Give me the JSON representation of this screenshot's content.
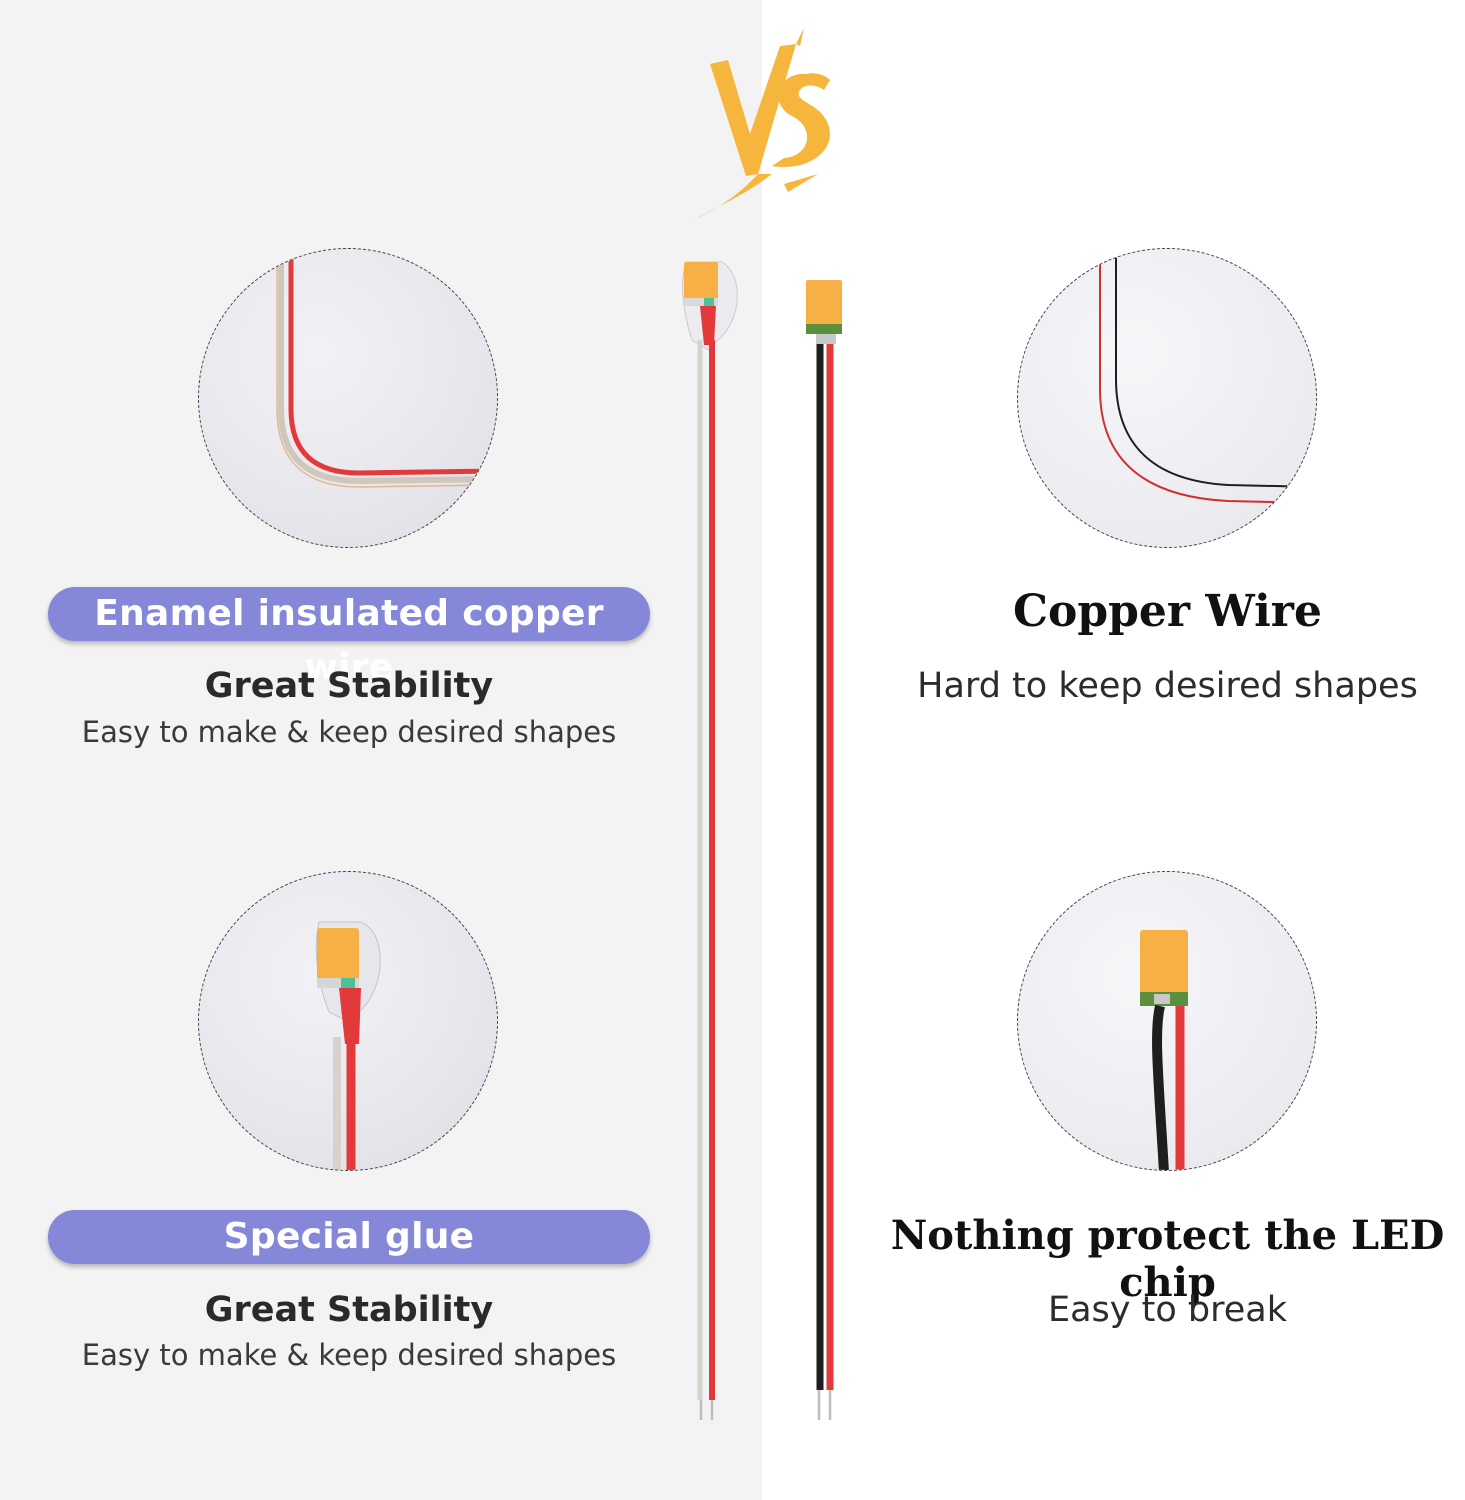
{
  "vs_badge": {
    "text": "VS",
    "color": "#f6b63e"
  },
  "left": {
    "feature1": {
      "pill_label": "Enamel insulated copper wire",
      "heading": "Great Stability",
      "description": "Easy to make & keep desired shapes"
    },
    "feature2": {
      "pill_label": "Special glue",
      "heading": "Great Stability",
      "description": "Easy to make & keep desired shapes"
    }
  },
  "right": {
    "feature1": {
      "heading": "Copper Wire",
      "description": "Hard to keep desired shapes"
    },
    "feature2": {
      "heading": "Nothing protect the LED chip",
      "description": "Easy to break"
    }
  },
  "colors": {
    "pill": "#8587d8",
    "left_bg": "#f3f3f3",
    "right_bg": "#ffffff",
    "wire_red": "#e23a3a",
    "wire_black": "#1e1e1e",
    "led_orange": "#f7b045"
  }
}
